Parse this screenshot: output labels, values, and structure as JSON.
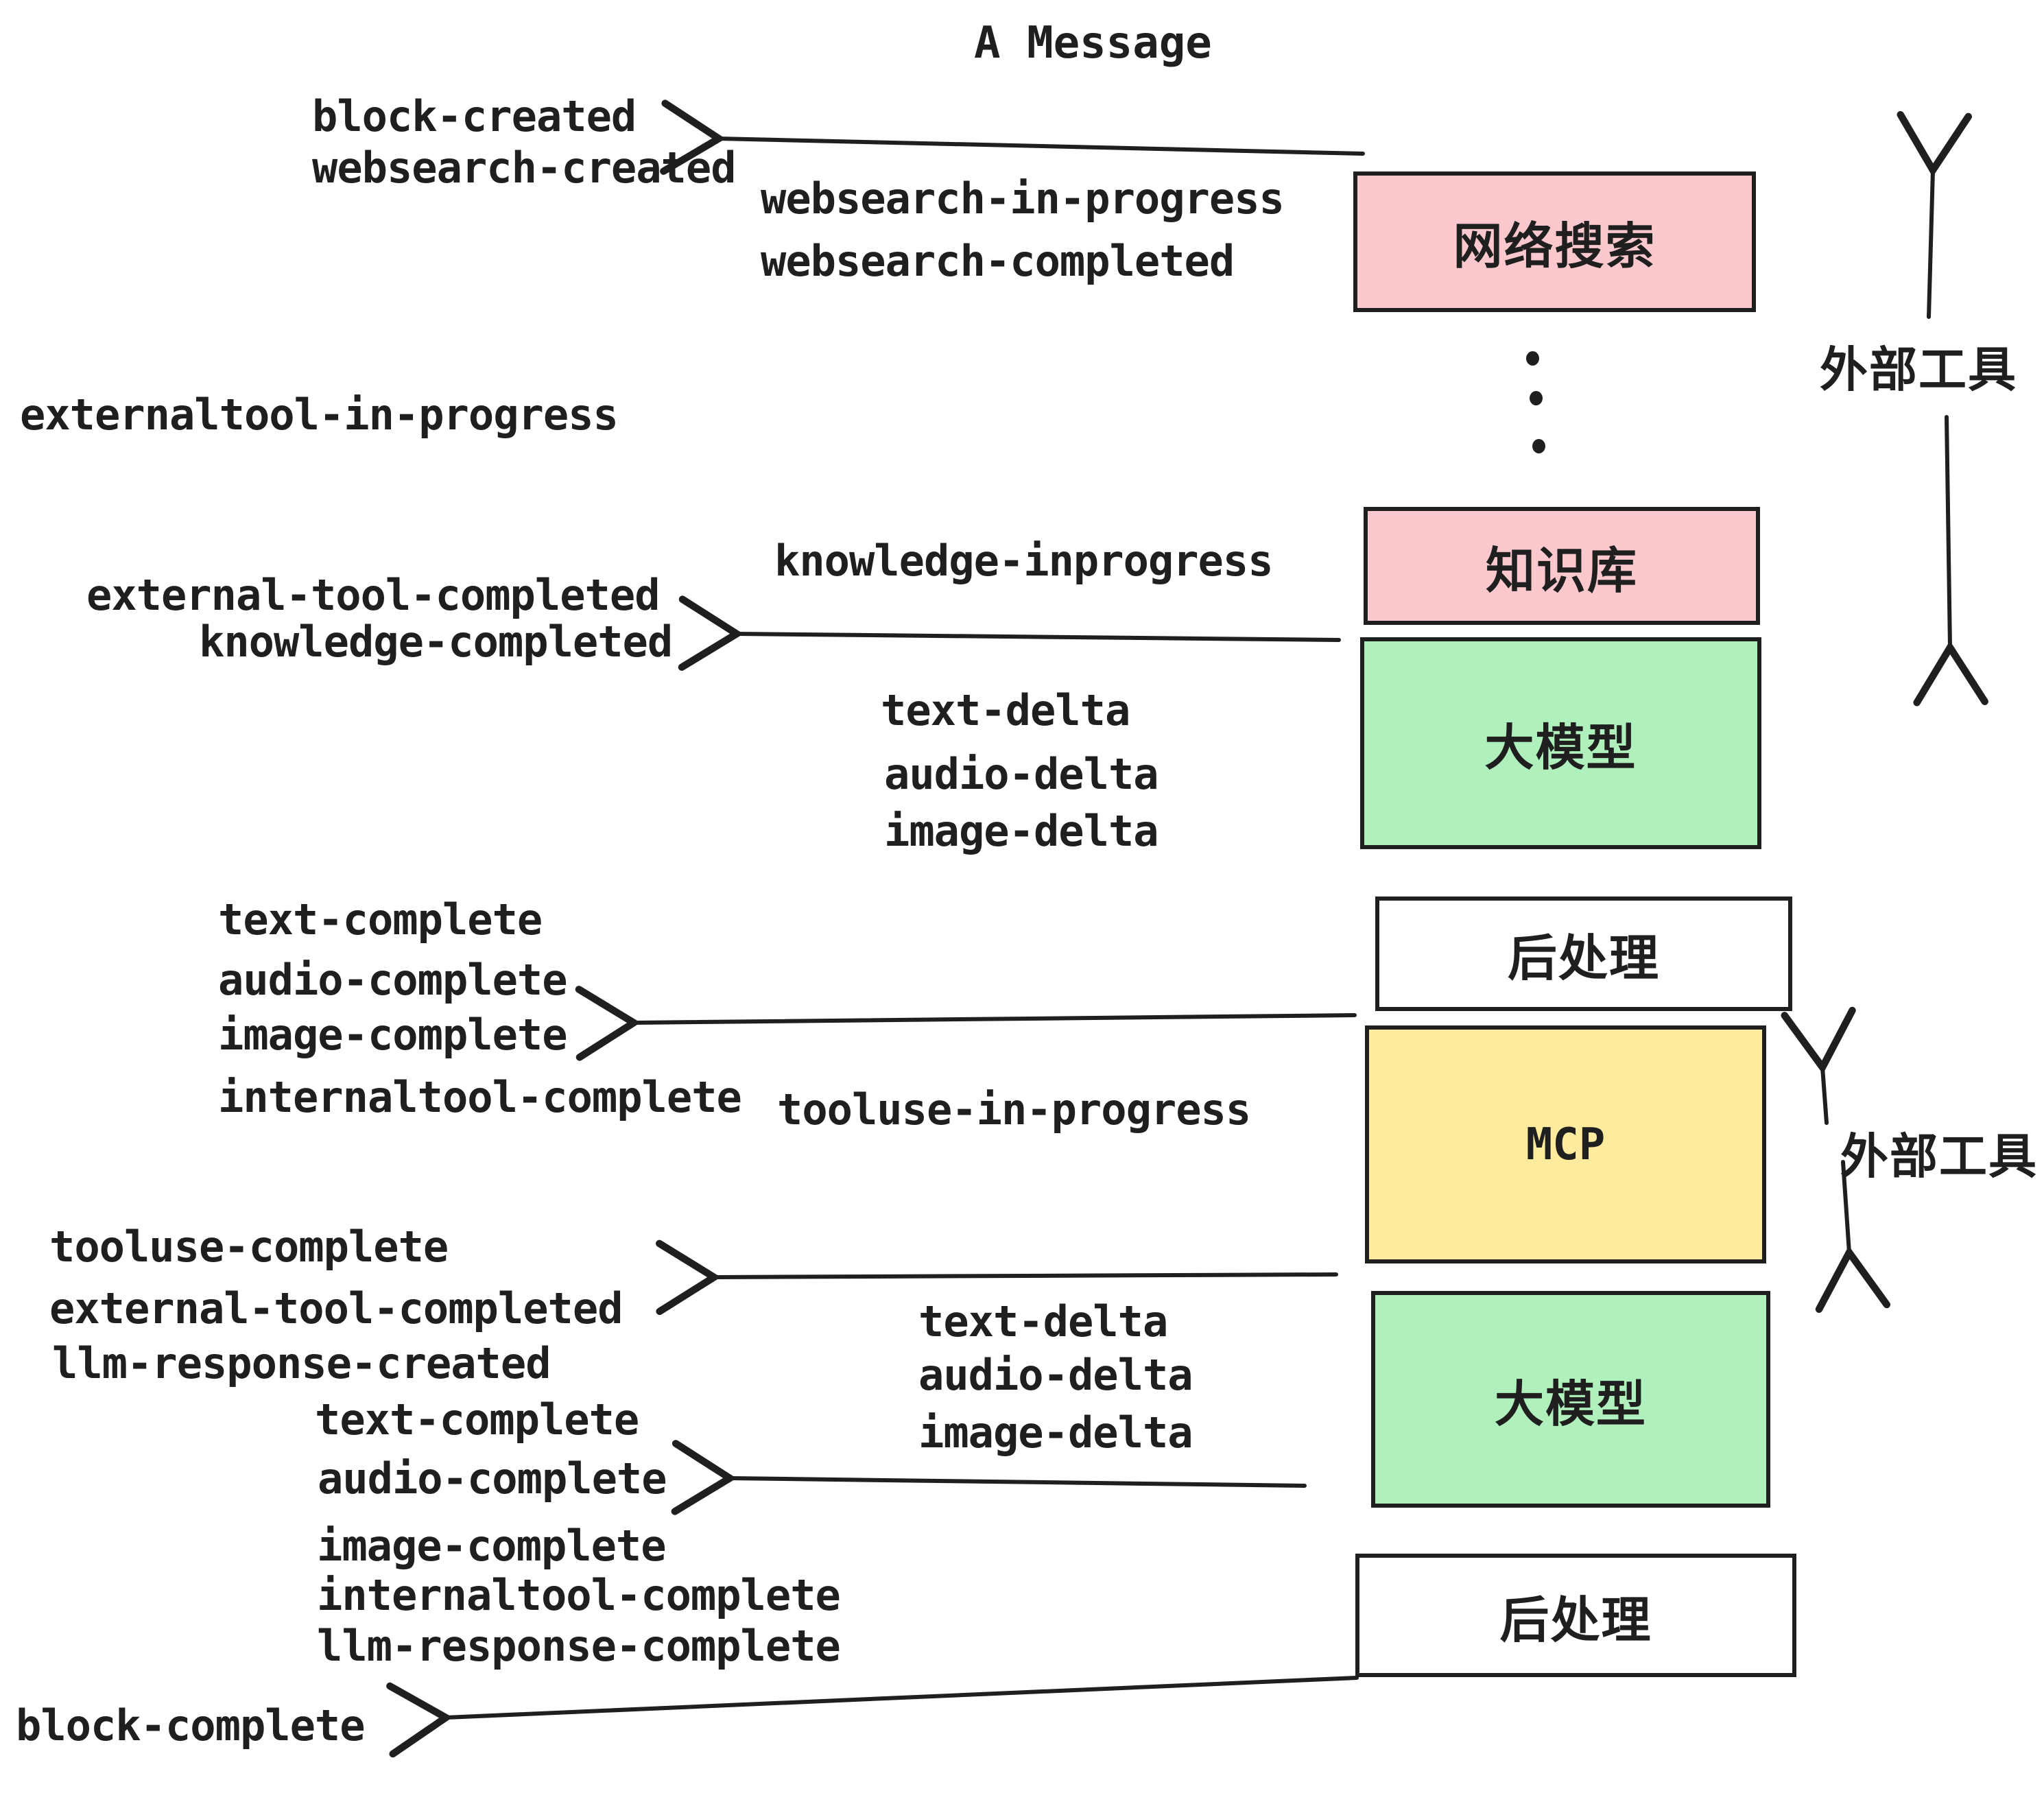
{
  "title": "A Message",
  "events": {
    "block_created": "block-created",
    "websearch_created": "websearch-created",
    "websearch_in_progress": "websearch-in-progress",
    "websearch_completed": "websearch-completed",
    "externaltool_in_progress": "externaltool-in-progress",
    "knowledge_inprogress": "knowledge-inprogress",
    "external_tool_completed_a": "external-tool-completed",
    "knowledge_completed": "knowledge-completed",
    "text_delta_a": "text-delta",
    "audio_delta_a": "audio-delta",
    "image_delta_a": "image-delta",
    "text_complete_a": "text-complete",
    "audio_complete_a": "audio-complete",
    "image_complete_a": "image-complete",
    "internaltool_complete_a": "internaltool-complete",
    "tooluse_in_progress": "tooluse-in-progress",
    "tooluse_complete": "tooluse-complete",
    "external_tool_completed_b": "external-tool-completed",
    "llm_response_created": "llm-response-created",
    "text_complete_b": "text-complete",
    "audio_complete_b": "audio-complete",
    "text_delta_b": "text-delta",
    "audio_delta_b": "audio-delta",
    "image_delta_b": "image-delta",
    "image_complete_b": "image-complete",
    "internaltool_complete_b": "internaltool-complete",
    "llm_response_complete": "llm-response-complete",
    "block_complete": "block-complete"
  },
  "boxes": {
    "websearch": "网络搜索",
    "knowledge": "知识库",
    "llm_top": "大模型",
    "post_top": "后处理",
    "mcp": "MCP",
    "llm_bottom": "大模型",
    "post_bottom": "后处理"
  },
  "side_labels": {
    "external_tools_top": "外部工具",
    "external_tools_bottom": "外部工具"
  },
  "colors": {
    "ink": "#1f1f1f",
    "pink": "#fbc9cd",
    "green": "#b0f0bc",
    "yellow": "#feeb9e",
    "box_white": "#ffffff",
    "background": "#ffffff"
  }
}
